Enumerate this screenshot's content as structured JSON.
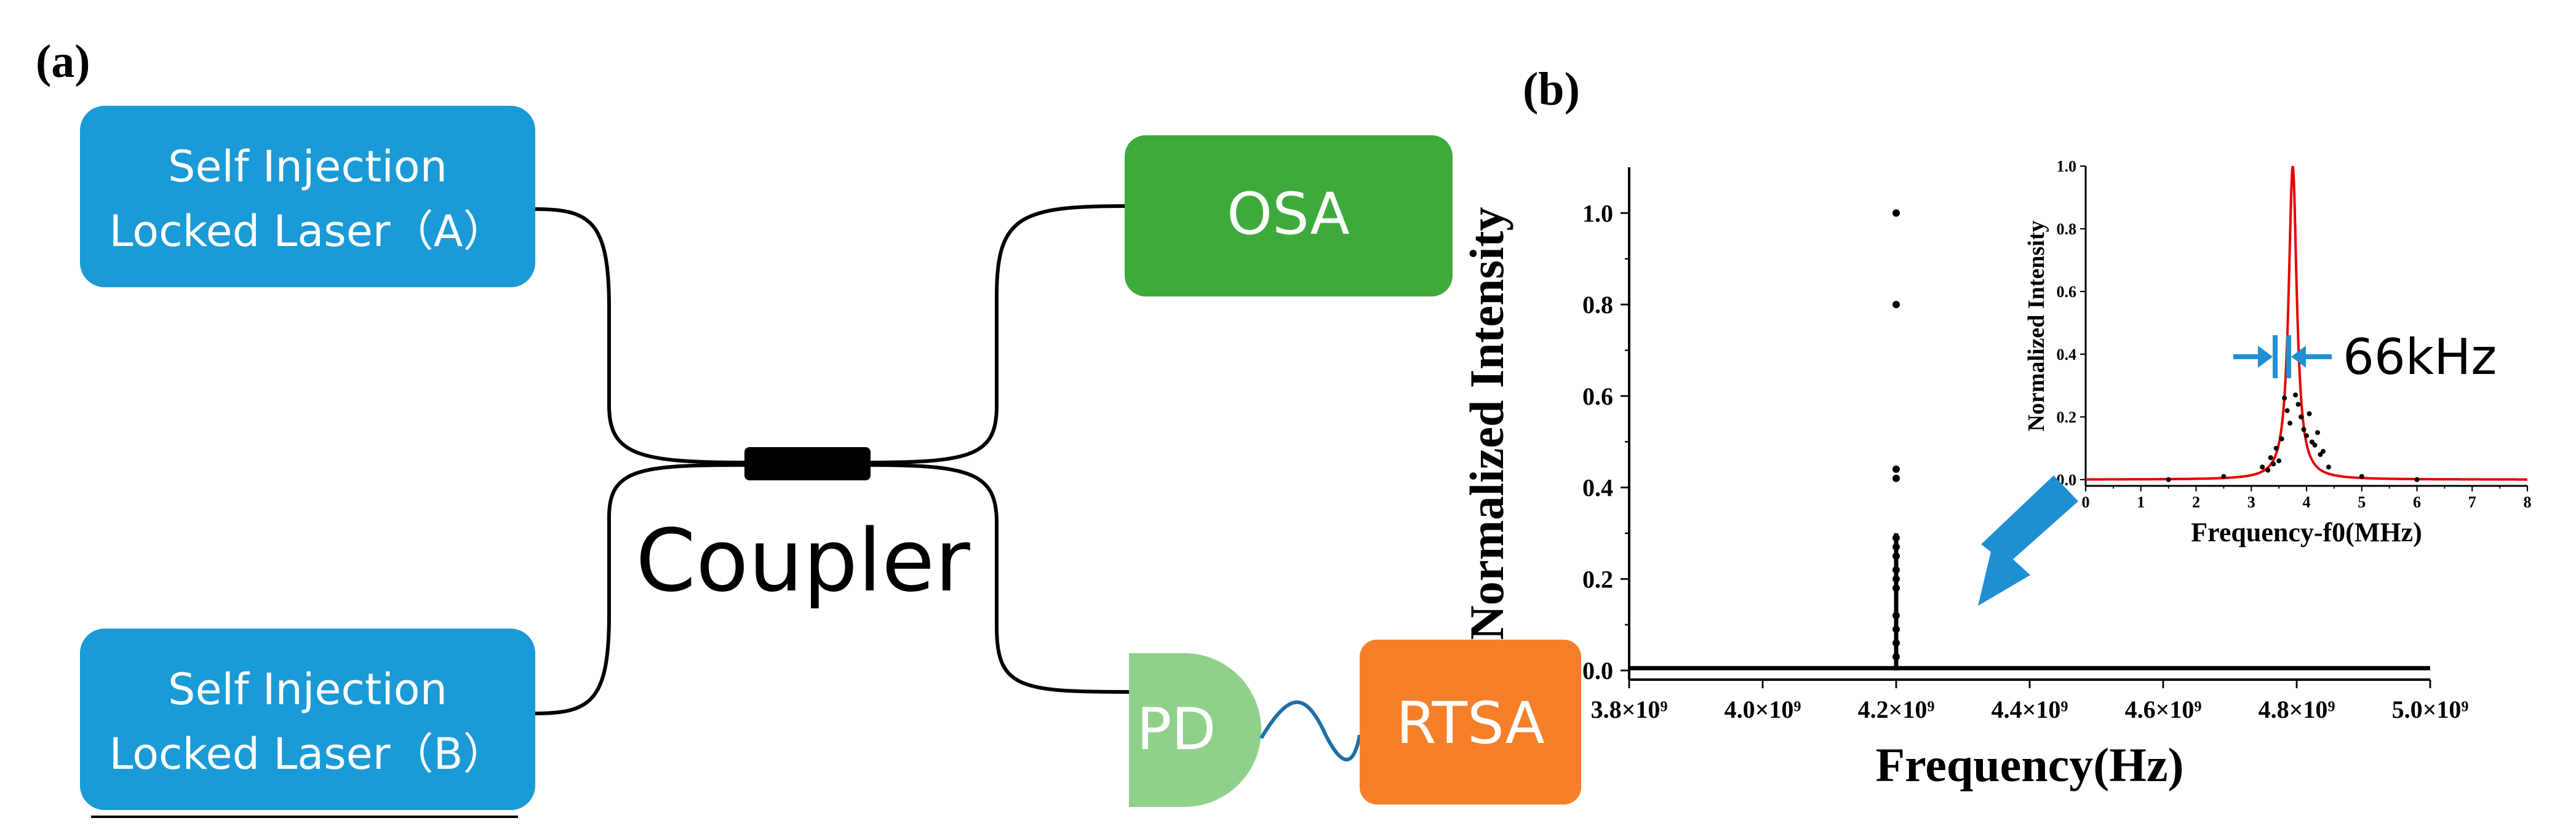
{
  "panel_a": {
    "label": "(a)",
    "laser_a": {
      "line1": "Self Injection",
      "line2": "Locked Laser（A）"
    },
    "laser_b": {
      "line1": "Self Injection",
      "line2": "Locked Laser（B）"
    },
    "osa": "OSA",
    "coupler": "Coupler",
    "pd": "PD",
    "rtsa": "RTSA"
  },
  "panel_b": {
    "label": "(b)",
    "annotation": "66kHz"
  },
  "colors": {
    "laser_box": "#1a9ad6",
    "osa_box": "#3eaa3c",
    "pd_shape": "#8fd18a",
    "rtsa_box": "#f57f28",
    "fit_line": "#e60000",
    "arrow": "#1f8fd4"
  },
  "chart_data": [
    {
      "type": "scatter",
      "name": "main",
      "xlabel": "Frequency(Hz)",
      "ylabel": "Normalized Intensity",
      "xlim": [
        3800000000,
        5000000000
      ],
      "ylim": [
        -0.02,
        1.1
      ],
      "xticks": [
        3800000000,
        4000000000,
        4200000000,
        4400000000,
        4600000000,
        4800000000,
        5000000000
      ],
      "xtick_labels": [
        "3.8×10⁹",
        "4.0×10⁹",
        "4.2×10⁹",
        "4.4×10⁹",
        "4.6×10⁹",
        "4.8×10⁹",
        "5.0×10⁹"
      ],
      "yticks": [
        0.0,
        0.2,
        0.4,
        0.6,
        0.8,
        1.0
      ],
      "ytick_labels": [
        "0.0",
        "0.2",
        "0.4",
        "0.6",
        "0.8",
        "1.0"
      ],
      "points": {
        "x": [
          4200000000,
          4200000000,
          4200000000,
          4200000000,
          4200000000,
          4200000000,
          4200000000,
          4200000000,
          4200000000,
          4200000000,
          4200000000,
          4200000000,
          4200000000,
          4200000000
        ],
        "y": [
          1.0,
          0.8,
          0.44,
          0.42,
          0.29,
          0.27,
          0.25,
          0.22,
          0.2,
          0.18,
          0.12,
          0.09,
          0.06,
          0.03
        ]
      },
      "baseline": 0.005
    },
    {
      "type": "line",
      "name": "inset",
      "xlabel": "Frequency-f0(MHz)",
      "ylabel": "Normalized Intensity",
      "xlim": [
        0,
        8
      ],
      "ylim": [
        -0.02,
        1.0
      ],
      "xticks": [
        0,
        1,
        2,
        3,
        4,
        5,
        6,
        7,
        8
      ],
      "xtick_labels": [
        "0",
        "1",
        "2",
        "3",
        "4",
        "5",
        "6",
        "7",
        "8"
      ],
      "yticks": [
        0.0,
        0.2,
        0.4,
        0.6,
        0.8,
        1.0
      ],
      "ytick_labels": [
        "0.0",
        "0.2",
        "0.4",
        "0.6",
        "0.8",
        "1.0"
      ],
      "fit": {
        "center": 3.75,
        "hwhm": 0.09,
        "amplitude": 1.0
      },
      "points": {
        "x": [
          3.2,
          3.35,
          3.45,
          3.55,
          3.6,
          3.65,
          3.7,
          3.8,
          3.85,
          3.9,
          3.95,
          4.0,
          4.05,
          4.1,
          4.2,
          4.3,
          3.5,
          3.4,
          4.15,
          4.25,
          3.3,
          4.4,
          2.5,
          5.0,
          1.5,
          6.0
        ],
        "y": [
          0.04,
          0.07,
          0.1,
          0.13,
          0.26,
          0.22,
          0.18,
          0.27,
          0.24,
          0.2,
          0.16,
          0.14,
          0.21,
          0.12,
          0.15,
          0.09,
          0.06,
          0.05,
          0.11,
          0.08,
          0.03,
          0.04,
          0.01,
          0.01,
          0.0,
          0.0
        ]
      }
    }
  ]
}
